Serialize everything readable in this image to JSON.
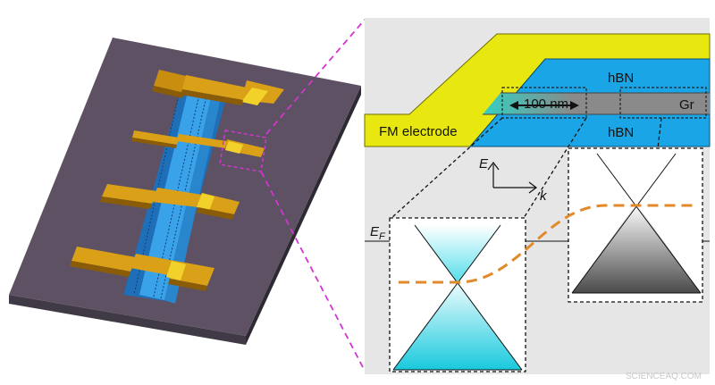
{
  "labels": {
    "fm_electrode": "FM electrode",
    "hbn_top": "hBN",
    "hbn_bottom": "hBN",
    "graphene": "Gr",
    "scale_bar": "100 nm",
    "energy_axis": "E",
    "momentum_axis": "k",
    "fermi_level_main": "E",
    "fermi_level_sub": "F"
  },
  "watermark": "SCIENCEAQ.COM",
  "colors": {
    "substrate_top": "#5e5163",
    "substrate_side": "#3f3a45",
    "electrode_gold": "#d9a018",
    "electrode_yellow": "#f3e327",
    "channel_blue": "#3aa2e8",
    "hbn_blue": "#1aa6e6",
    "graphene_gray": "#8a8a8a",
    "fm_yellow": "#e8e810",
    "zoom_line": "#d235d2",
    "potential_orange": "#e08a2a",
    "panel_bg": "#e6e6e6"
  }
}
